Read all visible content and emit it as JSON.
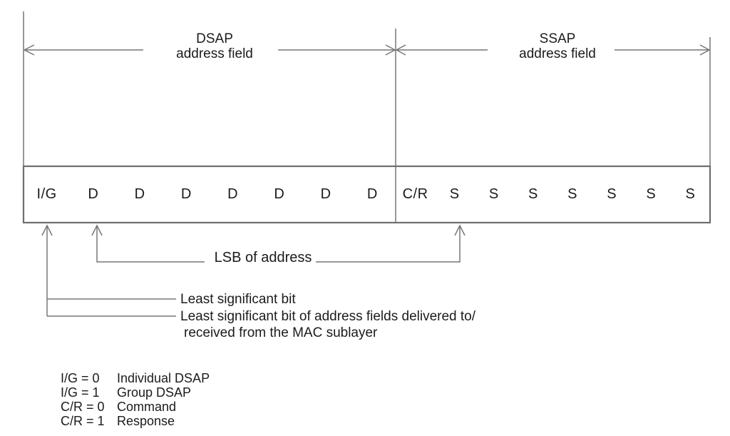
{
  "diagram": {
    "spans": {
      "dsap": {
        "line1": "DSAP",
        "line2": "address field"
      },
      "ssap": {
        "line1": "SSAP",
        "line2": "address field"
      }
    },
    "fields": {
      "dsap_bits": [
        "I/G",
        "D",
        "D",
        "D",
        "D",
        "D",
        "D",
        "D"
      ],
      "ssap_bits": [
        "C/R",
        "S",
        "S",
        "S",
        "S",
        "S",
        "S",
        "S"
      ]
    },
    "annotations": {
      "lsb_of_address": "LSB of address",
      "least_significant_bit": "Least significant bit",
      "lsb_mac_line1": "Least significant bit of address fields delivered to/",
      "lsb_mac_line2": "received from the MAC sublayer"
    },
    "legend": [
      {
        "key": "I/G = 0",
        "value": "Individual DSAP"
      },
      {
        "key": "I/G = 1",
        "value": "Group DSAP"
      },
      {
        "key": "C/R = 0",
        "value": "Command"
      },
      {
        "key": "C/R = 1",
        "value": "Response"
      }
    ],
    "colors": {
      "line": "#777777",
      "box_border": "#6e6e6e",
      "text": "#1b1b1b",
      "background": "#ffffff"
    }
  }
}
